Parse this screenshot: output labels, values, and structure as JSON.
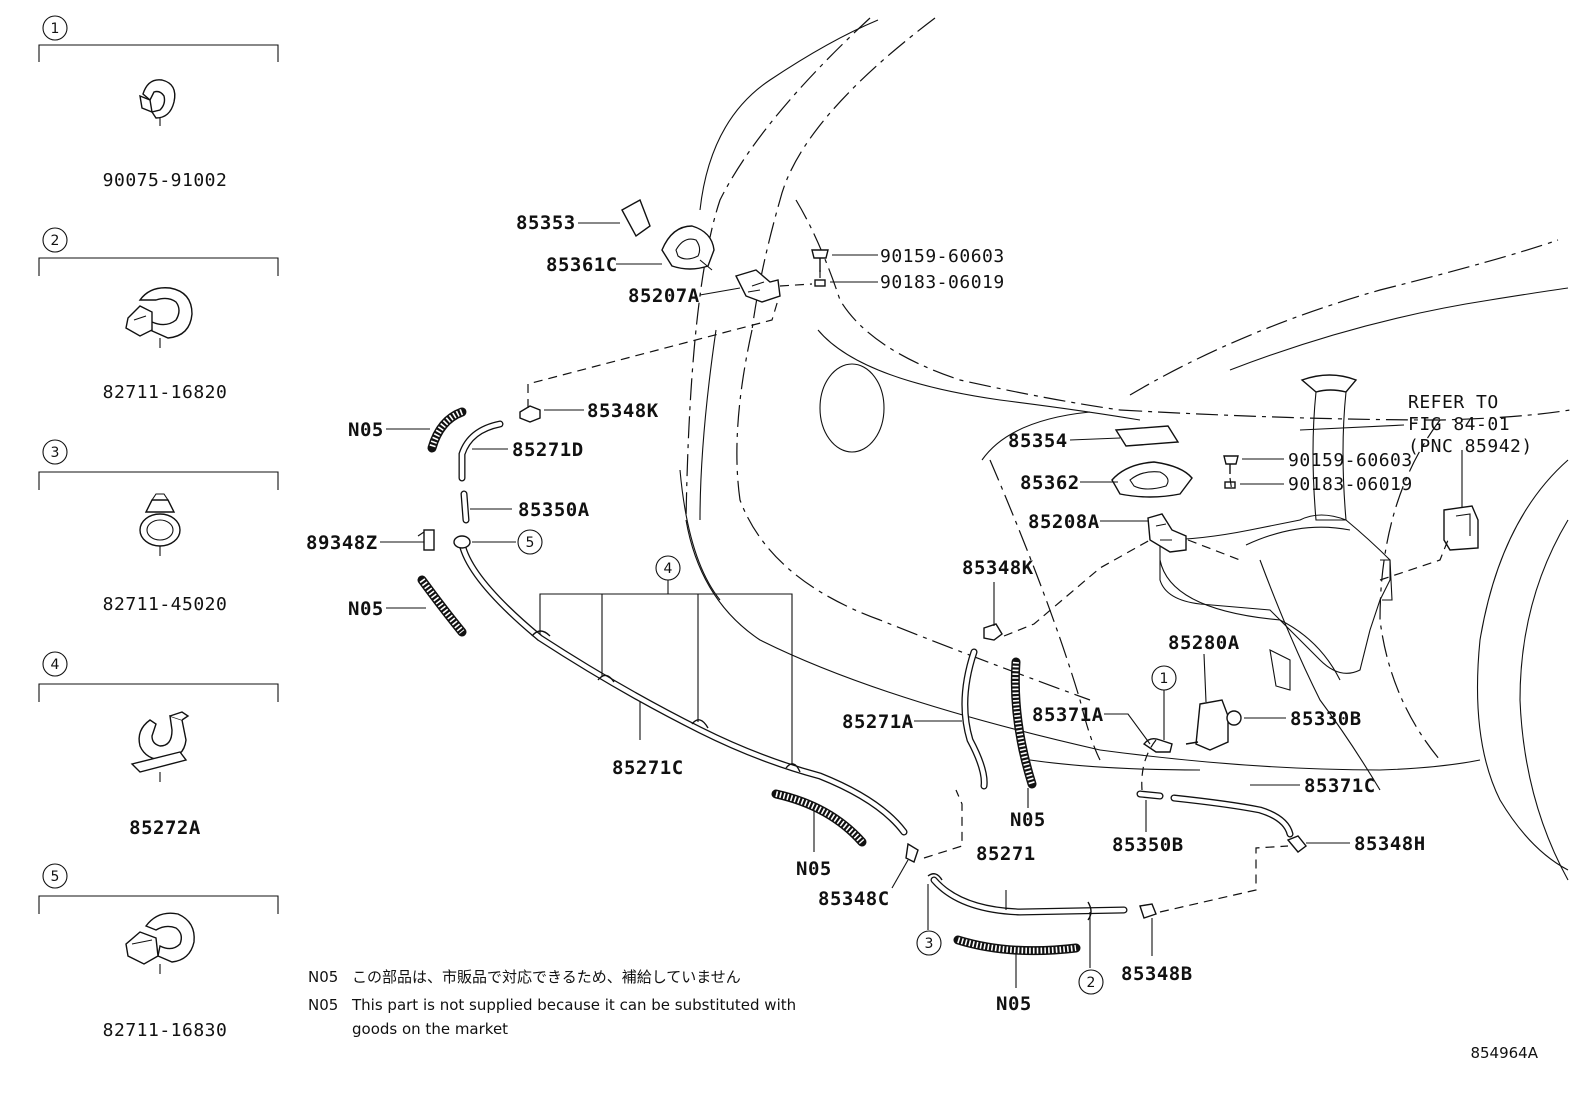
{
  "left_panel": [
    {
      "index": "1",
      "part_no": "90075-91002"
    },
    {
      "index": "2",
      "part_no": "82711-16820"
    },
    {
      "index": "3",
      "part_no": "82711-45020"
    },
    {
      "index": "4",
      "part_no": "85272A"
    },
    {
      "index": "5",
      "part_no": "82711-16830"
    }
  ],
  "labels": {
    "p85353": "85353",
    "p85361C": "85361C",
    "p85207A": "85207A",
    "p90159a": "90159-60603",
    "p90183a": "90183-06019",
    "p85348K_a": "85348K",
    "n05_a": "N05",
    "p85271D": "85271D",
    "p85350A": "85350A",
    "p89348Z": "89348Z",
    "n05_b": "N05",
    "p85271C": "85271C",
    "n05_c": "N05",
    "p85348C": "85348C",
    "p85271": "85271",
    "n05_d": "N05",
    "p85348B": "85348B",
    "p85354": "85354",
    "p85362": "85362",
    "p90159b": "90159-60603",
    "p90183b": "90183-06019",
    "p85208A": "85208A",
    "p85348K_b": "85348K",
    "p85271A": "85271A",
    "n05_e": "N05",
    "p85371A": "85371A",
    "p85280A": "85280A",
    "p85330B": "85330B",
    "p85371C": "85371C",
    "p85350B": "85350B",
    "p85348H": "85348H",
    "refer1": "REFER TO",
    "refer2": "FIG 84-01",
    "refer3": "(PNC 85942)"
  },
  "callouts": {
    "c1": "1",
    "c2": "2",
    "c3": "3",
    "c4": "4",
    "c5": "5"
  },
  "notes": {
    "line1_code": "N05",
    "line1_text": "この部品は、市販品で対応できるため、補給していません",
    "line2_code": "N05",
    "line2_text": "This part is not supplied because it can be substituted with",
    "line3_text": "goods on the market"
  },
  "figure_id": "854964A"
}
